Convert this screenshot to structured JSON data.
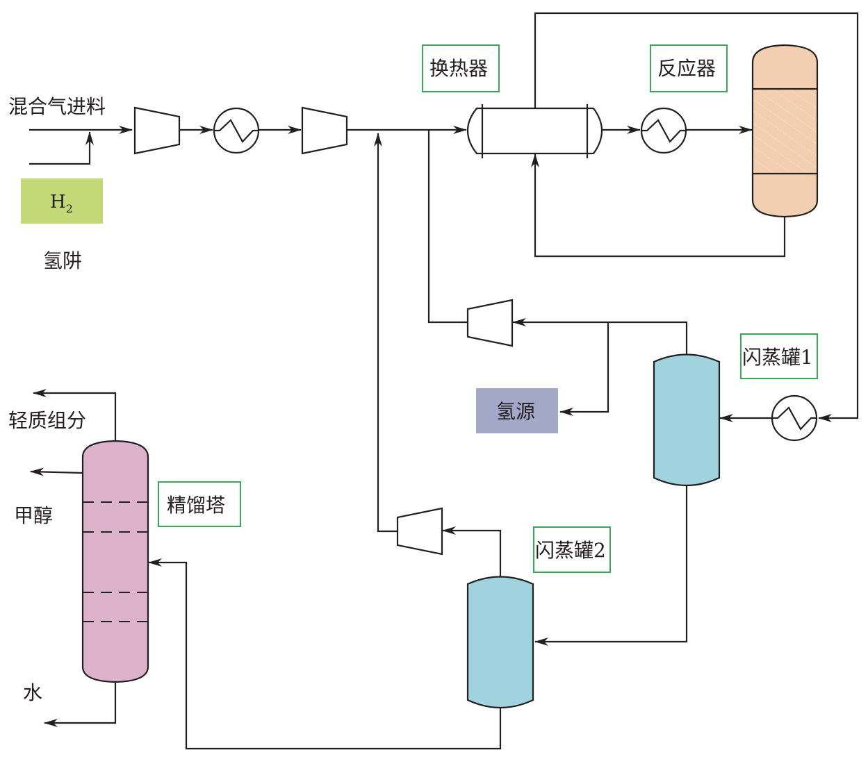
{
  "diagram": {
    "title": "",
    "colors": {
      "line": "#231f20",
      "label_box_border": "#3aa65a",
      "h2_box": "#c3d977",
      "hydrogen_source_box": "#a3a7c8",
      "reactor": "#f2cfb0",
      "flash_tank": "#a1d3de",
      "distillation": "#dcb3ca"
    },
    "labels": {
      "feed": "混合气进料",
      "h2": "H",
      "h2_sub": "2",
      "hydrazine": "氢阱",
      "heat_exchanger": "换热器",
      "reactor": "反应器",
      "hydrogen_source": "氢源",
      "flash1": "闪蒸罐1",
      "flash2": "闪蒸罐2",
      "distillation": "精馏塔",
      "light_components": "轻质组分",
      "methanol": "甲醇",
      "water": "水"
    },
    "nodes": [
      {
        "id": "feed",
        "label": "混合气进料"
      },
      {
        "id": "h2",
        "label": "H2"
      },
      {
        "id": "compressor1",
        "label": ""
      },
      {
        "id": "heater1",
        "label": ""
      },
      {
        "id": "compressor2",
        "label": ""
      },
      {
        "id": "heat-exchanger",
        "label": "换热器"
      },
      {
        "id": "heater2",
        "label": ""
      },
      {
        "id": "reactor",
        "label": "反应器"
      },
      {
        "id": "cooler",
        "label": ""
      },
      {
        "id": "flash1",
        "label": "闪蒸罐1"
      },
      {
        "id": "compressor3",
        "label": ""
      },
      {
        "id": "hydrogen-source",
        "label": "氢源"
      },
      {
        "id": "flash2",
        "label": "闪蒸罐2"
      },
      {
        "id": "compressor4",
        "label": ""
      },
      {
        "id": "distillation",
        "label": "精馏塔"
      }
    ],
    "edges": [
      {
        "from": "feed",
        "to": "compressor1"
      },
      {
        "from": "h2",
        "to": "feed"
      },
      {
        "from": "compressor1",
        "to": "heater1"
      },
      {
        "from": "heater1",
        "to": "compressor2"
      },
      {
        "from": "compressor2",
        "to": "heat-exchanger"
      },
      {
        "from": "heat-exchanger",
        "to": "heater2"
      },
      {
        "from": "heater2",
        "to": "reactor"
      },
      {
        "from": "reactor",
        "to": "heat-exchanger"
      },
      {
        "from": "heat-exchanger",
        "to": "cooler"
      },
      {
        "from": "cooler",
        "to": "flash1"
      },
      {
        "from": "flash1",
        "to": "compressor3"
      },
      {
        "from": "flash1",
        "to": "hydrogen-source"
      },
      {
        "from": "compressor3",
        "to": "heat-exchanger"
      },
      {
        "from": "flash1",
        "to": "flash2"
      },
      {
        "from": "flash2",
        "to": "compressor4"
      },
      {
        "from": "compressor4",
        "to": "heat-exchanger"
      },
      {
        "from": "flash2",
        "to": "distillation"
      },
      {
        "from": "distillation",
        "to": "light_components"
      },
      {
        "from": "distillation",
        "to": "methanol"
      },
      {
        "from": "distillation",
        "to": "water"
      }
    ]
  }
}
